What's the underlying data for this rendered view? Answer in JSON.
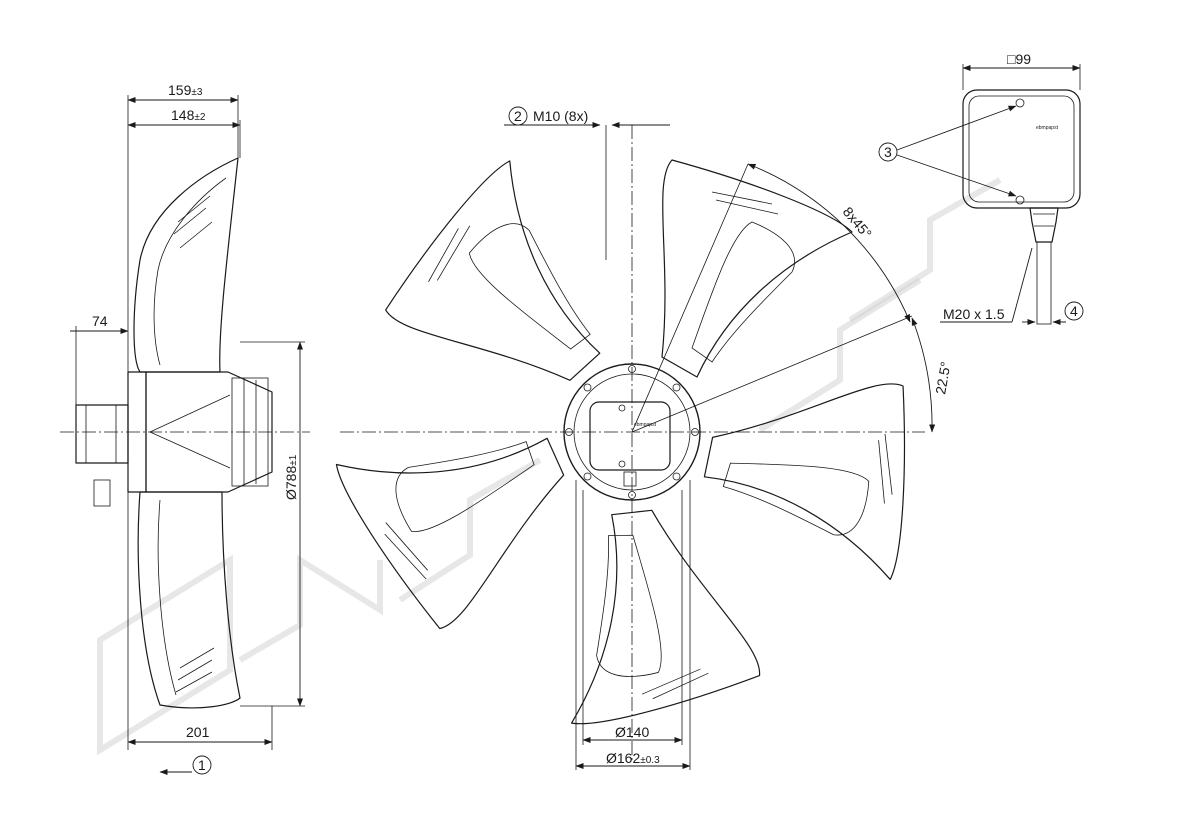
{
  "side_view": {
    "dim_depth_total": "159",
    "dim_depth_total_tol": "±3",
    "dim_depth_guard": "148",
    "dim_depth_guard_tol": "±2",
    "dim_hub": "74",
    "dim_diameter": "Ø788",
    "dim_diameter_tol": "±1",
    "dim_base": "201",
    "callout_1": "1"
  },
  "front_view": {
    "callout_2": "2",
    "thread_label": "M10 (8x)",
    "angle_pattern": "8x45°",
    "angle_offset": "22.5°",
    "dim_inner": "Ø140",
    "dim_outer": "Ø162",
    "dim_outer_tol": "±0.3",
    "brand": "ebmpapst"
  },
  "terminal_box": {
    "dim_square": "□99",
    "callout_3": "3",
    "callout_4": "4",
    "gland_label": "M20 x 1.5",
    "brand": "ebmpapst"
  },
  "colors": {
    "line": "#1a1a1a",
    "watermark": "#d4d4d4",
    "background": "#ffffff"
  }
}
